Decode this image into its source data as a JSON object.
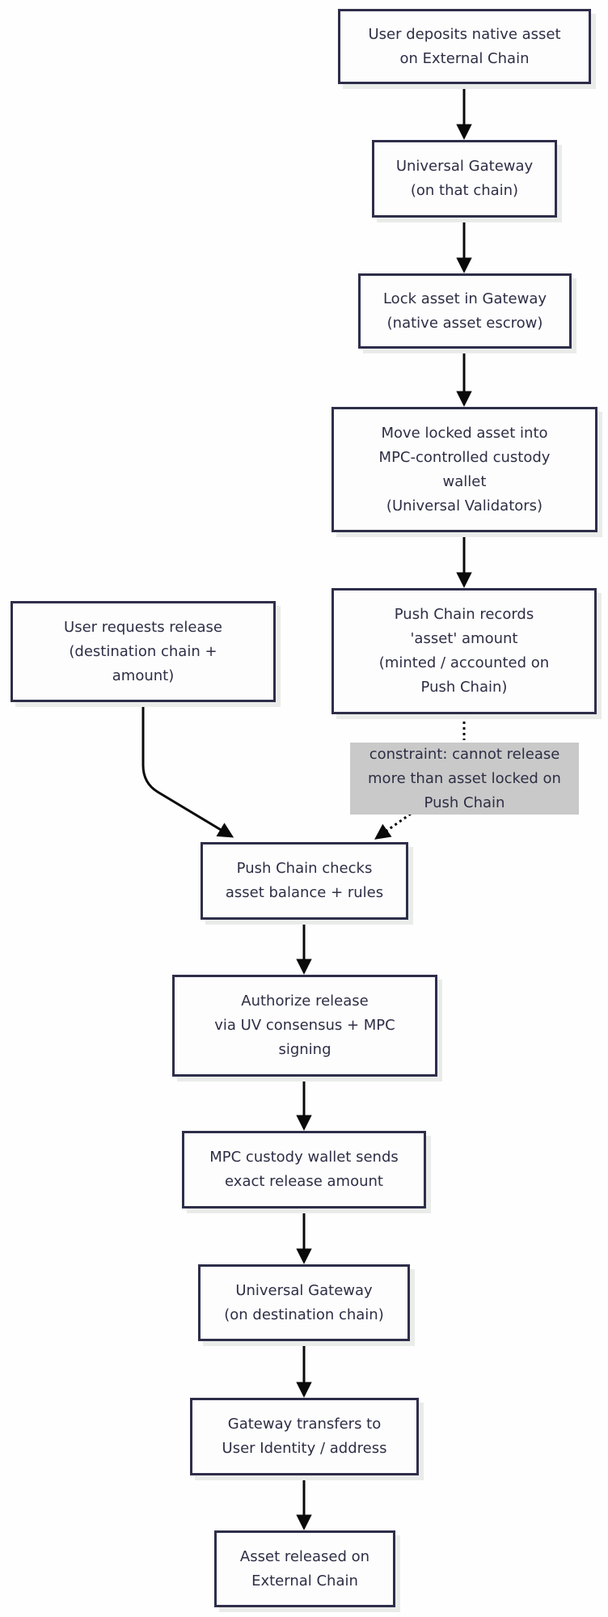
{
  "colors": {
    "background": "#fefefe",
    "node_fill": "#fdfdfe",
    "node_border": "#2e2e4a",
    "text": "#2e2e45",
    "arrow": "#0a0a0a",
    "note_fill": "#c9c9c9",
    "shadow": "#e9ece9"
  },
  "nodes": {
    "deposit": {
      "label": "User deposits native asset\non External Chain"
    },
    "gateway_source": {
      "label": "Universal Gateway\n(on that chain)"
    },
    "lock": {
      "label": "Lock asset in Gateway\n(native asset escrow)"
    },
    "custody": {
      "label": "Move locked asset into\nMPC-controlled custody\nwallet\n(Universal Validators)"
    },
    "records": {
      "label": "Push Chain records\n'asset' amount\n(minted / accounted on\nPush Chain)"
    },
    "request": {
      "label": "User requests release\n(destination chain +\namount)"
    },
    "constraint": {
      "label": "constraint: cannot release\nmore than asset locked on\nPush Chain"
    },
    "checks": {
      "label": "Push Chain checks\nasset balance + rules"
    },
    "authorize": {
      "label": "Authorize release\nvia UV consensus + MPC\nsigning"
    },
    "send": {
      "label": "MPC custody wallet sends\nexact release amount"
    },
    "gateway_dest": {
      "label": "Universal Gateway\n(on destination chain)"
    },
    "transfer": {
      "label": "Gateway transfers to\nUser Identity / address"
    },
    "released": {
      "label": "Asset released on\nExternal Chain"
    }
  }
}
